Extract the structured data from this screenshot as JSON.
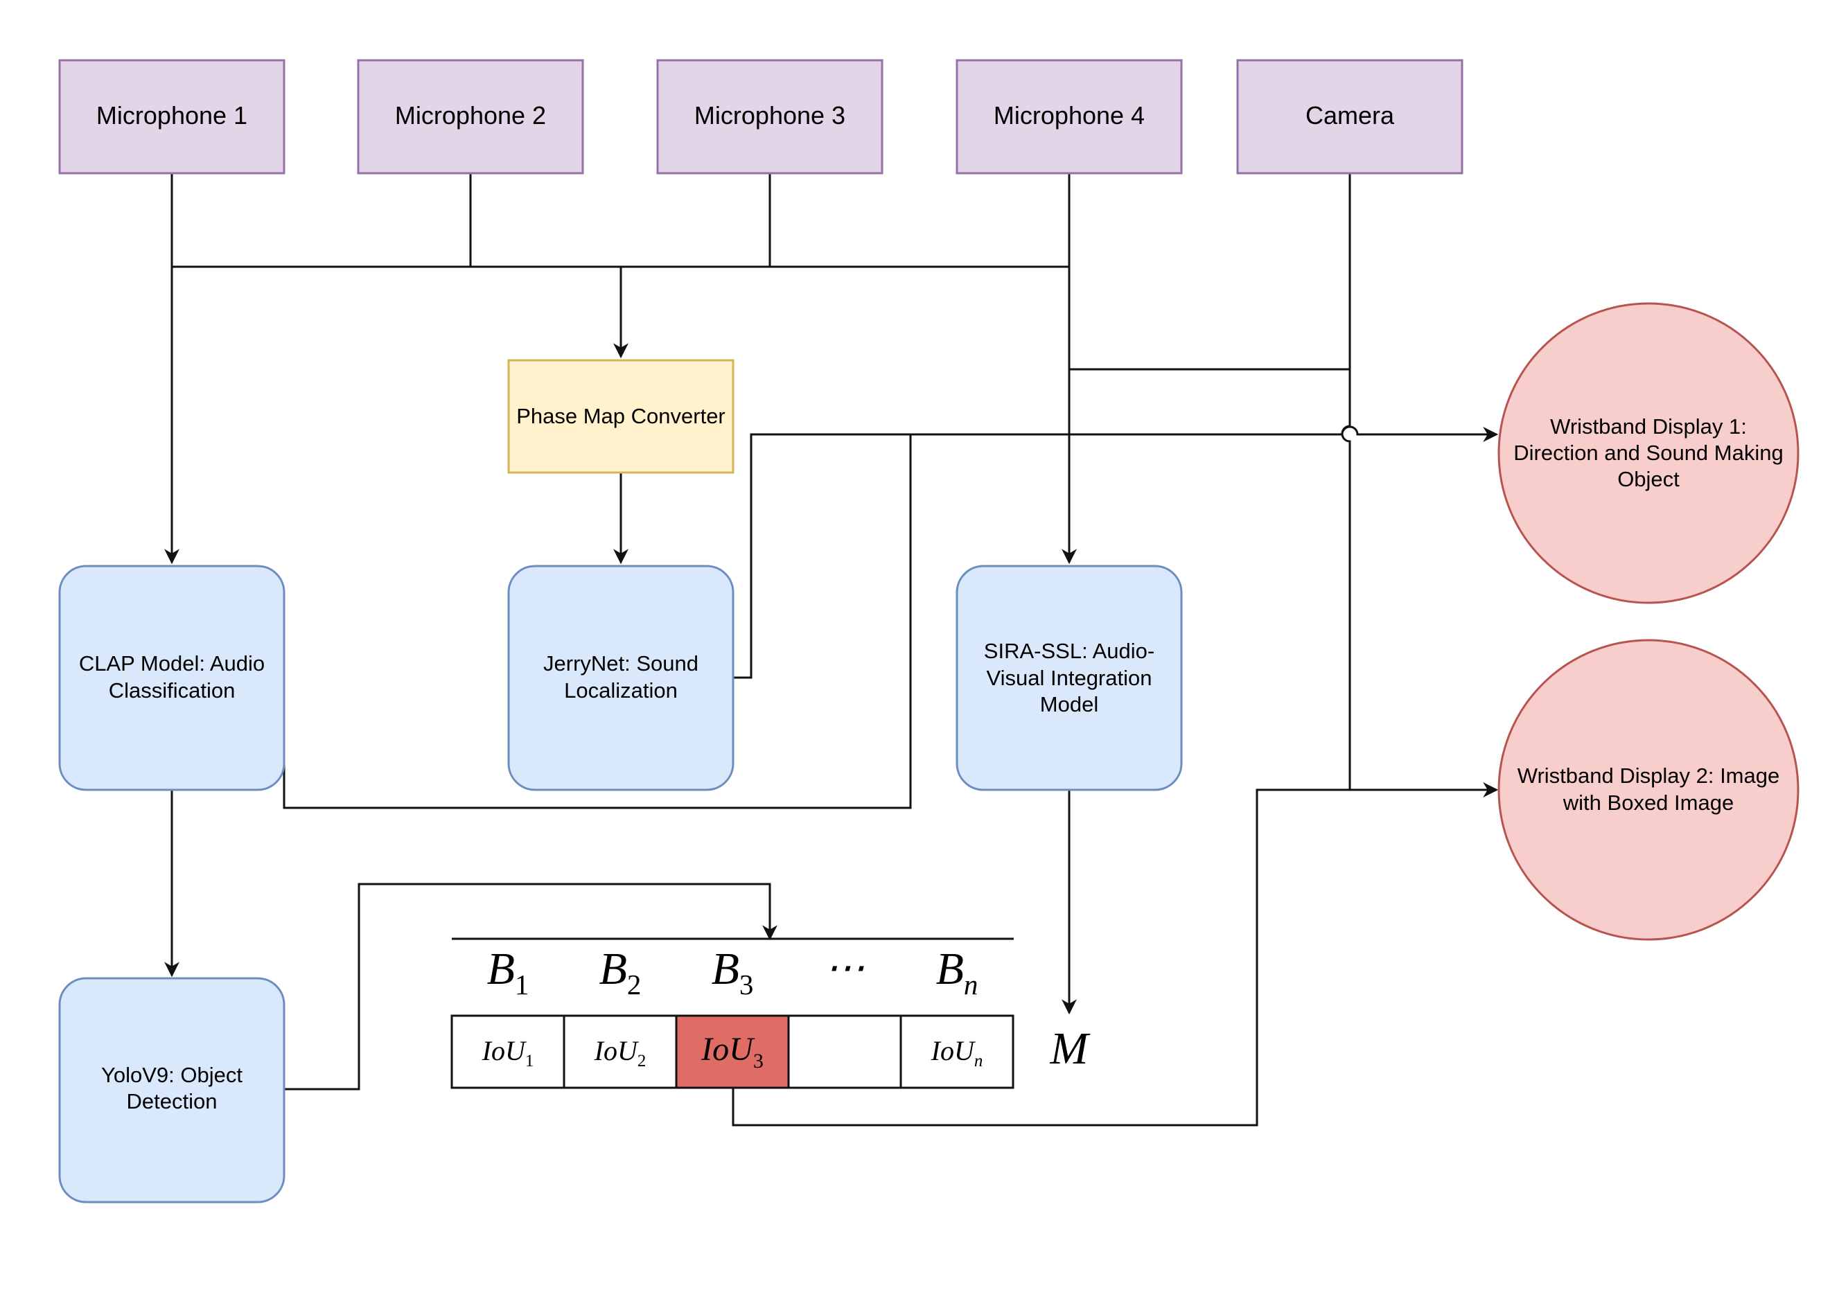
{
  "colors": {
    "input_fill": "#e1d5e7",
    "input_stroke": "#9673a6",
    "model_fill": "#dae8fc",
    "model_stroke": "#6c8ebf",
    "converter_fill": "#fff2cc",
    "converter_stroke": "#d6b656",
    "display_fill": "#f8cecc",
    "display_stroke": "#b85450",
    "highlight_fill": "#e06c66",
    "line": "#111111"
  },
  "inputs": [
    {
      "label": "Microphone 1"
    },
    {
      "label": "Microphone 2"
    },
    {
      "label": "Microphone 3"
    },
    {
      "label": "Microphone 4"
    },
    {
      "label": "Camera"
    }
  ],
  "converter": {
    "label": "Phase Map Converter"
  },
  "models": {
    "clap": {
      "line1": "CLAP Model: Audio",
      "line2": "Classification"
    },
    "jerrynet": {
      "line1": "JerryNet: Sound",
      "line2": "Localization"
    },
    "sira": {
      "line1": "SIRA-SSL: Audio-",
      "line2": "Visual Integration",
      "line3": "Model"
    },
    "yolo": {
      "line1": "YoloV9: Object",
      "line2": "Detection"
    }
  },
  "displays": {
    "display1": {
      "line1": "Wristband Display 1:",
      "line2": "Direction and Sound Making",
      "line3": "Object"
    },
    "display2": {
      "line1": "Wristband Display 2: Image",
      "line2": "with Boxed Image"
    }
  },
  "matching": {
    "boxes": [
      {
        "base": "B",
        "sub": "1"
      },
      {
        "base": "B",
        "sub": "2"
      },
      {
        "base": "B",
        "sub": "3"
      },
      {
        "base": "⋯",
        "sub": ""
      },
      {
        "base": "B",
        "sub": "n"
      }
    ],
    "iou": [
      {
        "base": "IoU",
        "sub": "1",
        "highlight": false
      },
      {
        "base": "IoU",
        "sub": "2",
        "highlight": false
      },
      {
        "base": "IoU",
        "sub": "3",
        "highlight": true
      },
      {
        "base": "",
        "sub": "",
        "highlight": false
      },
      {
        "base": "IoU",
        "sub": "n",
        "highlight": false
      }
    ],
    "mask_label": "M"
  }
}
